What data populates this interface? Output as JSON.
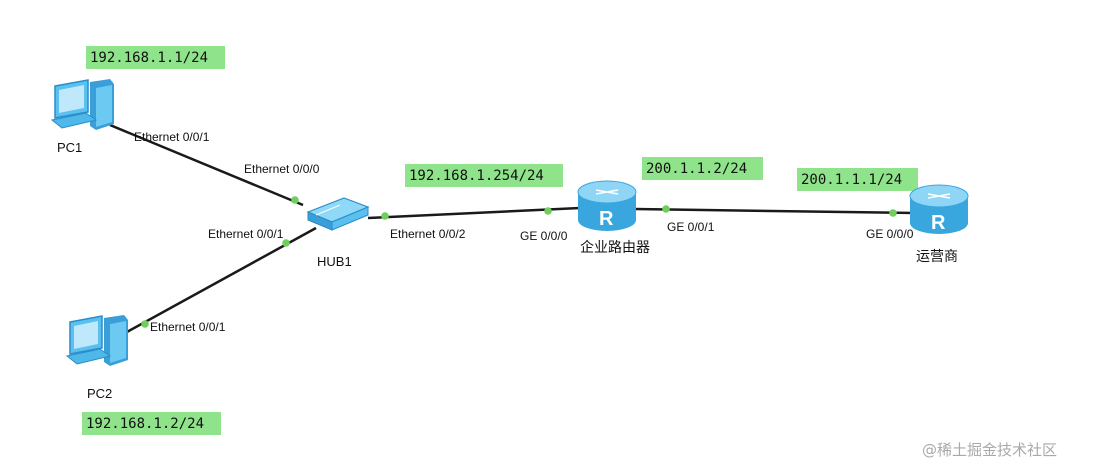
{
  "colors": {
    "ip_label_bg": "#8fe38a",
    "link_line": "#1a1a1a",
    "port_dot": "#6fcf5a",
    "device_blue": "#4fb8ea",
    "watermark": "#a9a9a9"
  },
  "devices": {
    "pc1": {
      "name": "PC1",
      "icon": "pc-icon",
      "ip": "192.168.1.1/24"
    },
    "pc2": {
      "name": "PC2",
      "icon": "pc-icon",
      "ip": "192.168.1.2/24"
    },
    "hub1": {
      "name": "HUB1",
      "icon": "hub-icon"
    },
    "enterprise_router": {
      "name": "企业路由器",
      "icon": "router-icon",
      "ip": "192.168.1.254/24"
    },
    "isp_router": {
      "name": "运营商",
      "icon": "router-icon",
      "ip": "200.1.1.1/24"
    }
  },
  "links": [
    {
      "from": "PC1",
      "to": "HUB1",
      "from_port": "Ethernet 0/0/1",
      "to_port": "Ethernet 0/0/0"
    },
    {
      "from": "PC2",
      "to": "HUB1",
      "from_port": "Ethernet 0/0/1",
      "to_port": "Ethernet 0/0/1"
    },
    {
      "from": "HUB1",
      "to": "企业路由器",
      "from_port": "Ethernet 0/0/2",
      "to_port": "GE 0/0/0"
    },
    {
      "from": "企业路由器",
      "to": "运营商",
      "from_port": "GE 0/0/1",
      "to_port": "GE 0/0/0",
      "ip_label": "200.1.1.2/24"
    }
  ],
  "watermark": "@稀土掘金技术社区"
}
